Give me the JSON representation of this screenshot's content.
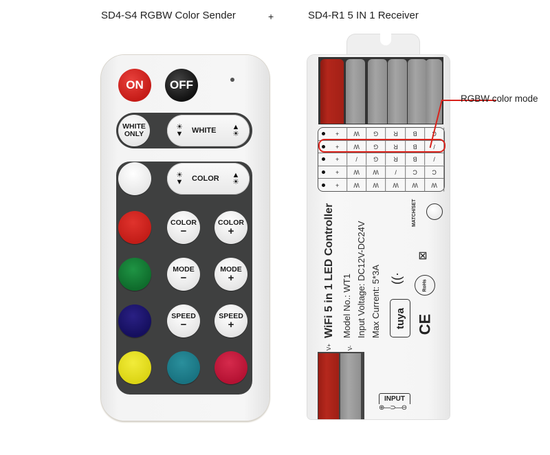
{
  "captions": {
    "left": "SD4-S4 RGBW Color Sender",
    "plus": "+",
    "right": "SD4-R1 5 IN 1 Receiver"
  },
  "remote": {
    "on_label": "ON",
    "off_label": "OFF",
    "white_only_label_1": "WHITE",
    "white_only_label_2": "ONLY",
    "white_pill_label": "WHITE",
    "color_pill_label": "COLOR",
    "brightness_down_icon": "sun-down-arrow-icon",
    "brightness_up_icon": "sun-up-arrow-icon",
    "color_buttons": {
      "white": "#f0f0f0",
      "red": "#c8201c",
      "green": "#137a34",
      "blue": "#1c1470",
      "yellow": "#e8e21e",
      "cyan": "#1e7d8a",
      "crimson": "#c0163a"
    },
    "text_buttons": [
      {
        "label": "COLOR",
        "symbol": "−"
      },
      {
        "label": "COLOR",
        "symbol": "+"
      },
      {
        "label": "MODE",
        "symbol": "−"
      },
      {
        "label": "MODE",
        "symbol": "+"
      },
      {
        "label": "SPEED",
        "symbol": "−"
      },
      {
        "label": "SPEED",
        "symbol": "+"
      }
    ]
  },
  "receiver": {
    "mode_table": [
      [
        "+",
        "W",
        "G",
        "R",
        "B",
        "C"
      ],
      [
        "+",
        "W",
        "G",
        "R",
        "B",
        "/"
      ],
      [
        "+",
        "/",
        "G",
        "R",
        "B",
        "/"
      ],
      [
        "+",
        "W",
        "W",
        "/",
        "C",
        "C"
      ],
      [
        "+",
        "W",
        "W",
        "W",
        "W",
        "W"
      ]
    ],
    "highlighted_row": 1,
    "callout_label": "RGBW color mode",
    "title": "WiFi 5 in 1 LED Controller",
    "model": "Model No.: WT1",
    "input_voltage": "Input Voltage: DC12V-DC24V",
    "max_current": "Max Current: 5*3A",
    "match_label": "MATCH/SET",
    "vplus_label": "V+",
    "vminus_label": "V-",
    "input_label": "INPUT",
    "polarity_symbol": "⊕—⊃—⊖",
    "wifi_label": "WiFi",
    "tuya_label": "tuya",
    "rohs_label": "RoHs",
    "ce_label": "CE",
    "accent_color": "#d9231c"
  }
}
